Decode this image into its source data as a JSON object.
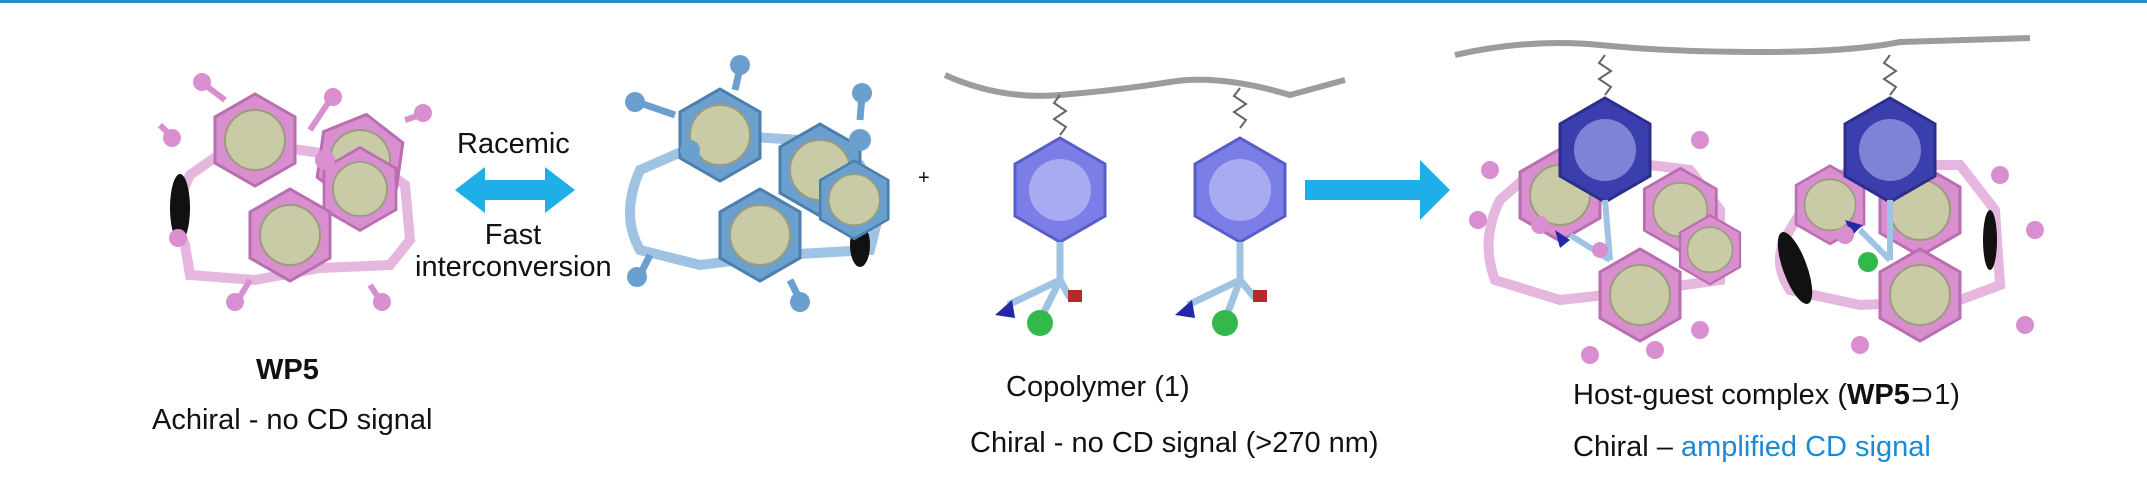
{
  "colors": {
    "rule": "#2a8fc0",
    "arrow": "#1eaee8",
    "pink_ring": "#d98fcf",
    "blue_ring": "#6a9fce",
    "core": "#c9cba6",
    "benzene": "#7b7ee6",
    "dark_benzene": "#3b3fae",
    "chain": "#9c9c9c",
    "accent_text": "#1a8ad6"
  },
  "labels": {
    "racemic": "Racemic",
    "fast": "Fast",
    "interconversion": "interconversion",
    "plus": "+",
    "wp5": "WP5",
    "achiral": "Achiral - no CD signal",
    "copolymer": "Copolymer (1)",
    "chiral_no_cd": "Chiral - no CD signal (>270 nm)",
    "complex_prefix": "Host-guest complex (",
    "complex_bold": "WP5",
    "complex_suffix": "⊃1)",
    "chiral_prefix": "Chiral – ",
    "amplified": "amplified CD signal"
  }
}
